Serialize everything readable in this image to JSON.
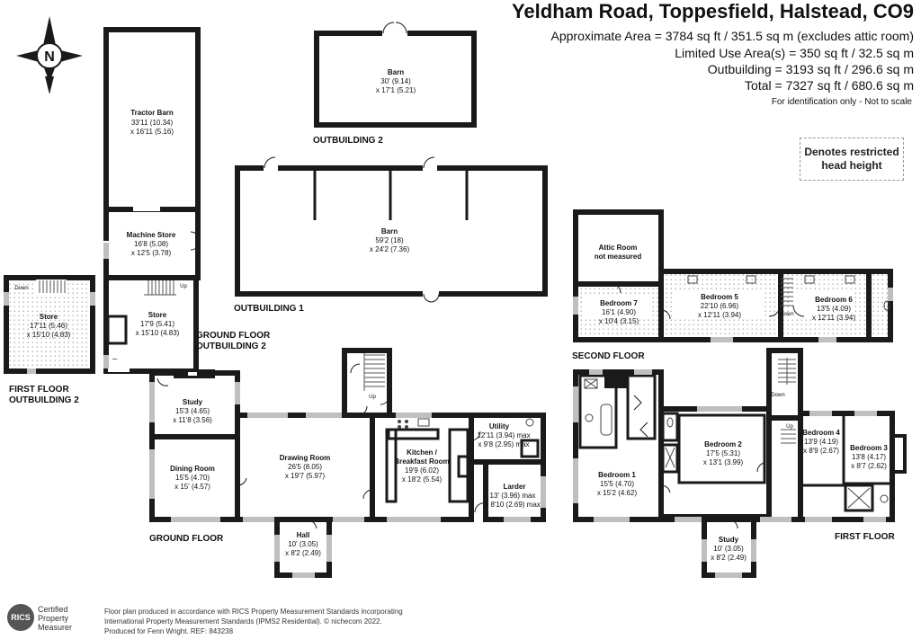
{
  "header": {
    "title": "Yeldham Road, Toppesfield, Halstead, CO9",
    "lines": [
      "Approximate Area = 3784 sq ft / 351.5 sq m (excludes attic room)",
      "Limited Use Area(s) = 350 sq ft / 32.5 sq m",
      "Outbuilding = 3193 sq ft / 296.6 sq m",
      "Total = 7327 sq ft / 680.6 sq m"
    ],
    "note": "For identification only - Not to scale"
  },
  "legend": {
    "line1": "Denotes restricted",
    "line2": "head height"
  },
  "compass": {
    "label": "N"
  },
  "rooms": {
    "tractor_barn": {
      "name": "Tractor Barn",
      "d1": "33'11 (10.34)",
      "d2": "x 16'11 (5.16)"
    },
    "machine_store": {
      "name": "Machine Store",
      "d1": "16'8 (5.08)",
      "d2": "x 12'5 (3.78)"
    },
    "store_ground": {
      "name": "Store",
      "d1": "17'9 (5.41)",
      "d2": "x 15'10 (4.83)"
    },
    "store_first": {
      "name": "Store",
      "d1": "17'11 (5.46)",
      "d2": "x 15'10 (4.83)"
    },
    "barn_small": {
      "name": "Barn",
      "d1": "30' (9.14)",
      "d2": "x 17'1 (5.21)"
    },
    "barn_big": {
      "name": "Barn",
      "d1": "59'2 (18)",
      "d2": "x 24'2 (7.36)"
    },
    "study_g": {
      "name": "Study",
      "d1": "15'3 (4.65)",
      "d2": "x 11'8 (3.56)"
    },
    "dining": {
      "name": "Dining Room",
      "d1": "15'5 (4.70)",
      "d2": "x 15' (4.57)"
    },
    "drawing": {
      "name": "Drawing Room",
      "d1": "26'5 (8.05)",
      "d2": "x 19'7 (5.97)"
    },
    "hall": {
      "name": "Hall",
      "d1": "10' (3.05)",
      "d2": "x 8'2 (2.49)"
    },
    "kitchen": {
      "name": "Kitchen /",
      "name2": "Breakfast Room",
      "d1": "19'9 (6.02)",
      "d2": "x 18'2 (5.54)"
    },
    "utility": {
      "name": "Utility",
      "d1": "12'11 (3.94) max",
      "d2": "x 9'8 (2.95) max"
    },
    "larder": {
      "name": "Larder",
      "d1": "13' (3.96) max",
      "d2": "x 8'10 (2.69) max"
    },
    "attic": {
      "name": "Attic Room",
      "name2": "not measured"
    },
    "bed7": {
      "name": "Bedroom 7",
      "d1": "16'1 (4.90)",
      "d2": "x 10'4 (3.15)"
    },
    "bed5": {
      "name": "Bedroom 5",
      "d1": "22'10 (6.96)",
      "d2": "x 12'11 (3.94)"
    },
    "bed6": {
      "name": "Bedroom 6",
      "d1": "13'5 (4.09)",
      "d2": "x 12'11 (3.94)"
    },
    "bed1": {
      "name": "Bedroom 1",
      "d1": "15'5 (4.70)",
      "d2": "x 15'2 (4.62)"
    },
    "bed2": {
      "name": "Bedroom 2",
      "d1": "17'5 (5.31)",
      "d2": "x 13'1 (3.99)"
    },
    "bed4": {
      "name": "Bedroom 4",
      "d1": "13'9 (4.19)",
      "d2": "x 8'9 (2.67)"
    },
    "bed3": {
      "name": "Bedroom 3",
      "d1": "13'8 (4.17)",
      "d2": "x 8'7 (2.62)"
    },
    "study_f": {
      "name": "Study",
      "d1": "10' (3.05)",
      "d2": "x 8'2 (2.49)"
    }
  },
  "floor_labels": {
    "outbuilding2": "OUTBUILDING 2",
    "outbuilding1": "OUTBUILDING 1",
    "ground_ob2_1": "GROUND FLOOR",
    "ground_ob2_2": "OUTBUILDING 2",
    "first_ob2_1": "FIRST FLOOR",
    "first_ob2_2": "OUTBUILDING 2",
    "ground_floor": "GROUND FLOOR",
    "second_floor": "SECOND FLOOR",
    "first_floor": "FIRST FLOOR"
  },
  "stair_labels": {
    "up": "Up",
    "down": "Down"
  },
  "footer": {
    "line1": "Floor plan produced in accordance with RICS Property Measurement Standards incorporating",
    "line2": "International Property Measurement Standards (IPMS2 Residential).  © nichecom 2022.",
    "line3": "Produced for Fenn Wright.   REF:  843238"
  },
  "rics": {
    "logo": "RICS",
    "line1": "Certified",
    "line2": "Property",
    "line3": "Measurer"
  }
}
